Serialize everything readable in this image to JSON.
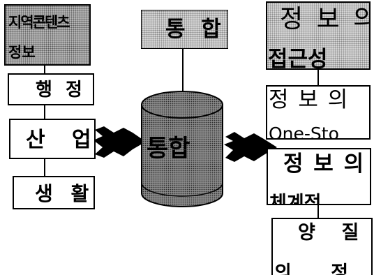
{
  "left": {
    "regional": {
      "line1": "지역콘텐츠",
      "line2": "정보"
    },
    "admin": "행 정",
    "industry": "산 업",
    "life": "생 활"
  },
  "center": {
    "top": "통 합",
    "db": "통합"
  },
  "right": {
    "access": {
      "line1": "정 보 의",
      "line2": "접근성"
    },
    "onestop": {
      "line1": "정 보 의",
      "line2": "One-Sto"
    },
    "system": {
      "line1": "정 보 의",
      "line2": "체계적"
    },
    "quality": {
      "line1": "양    질",
      "line2": "의      정"
    }
  }
}
